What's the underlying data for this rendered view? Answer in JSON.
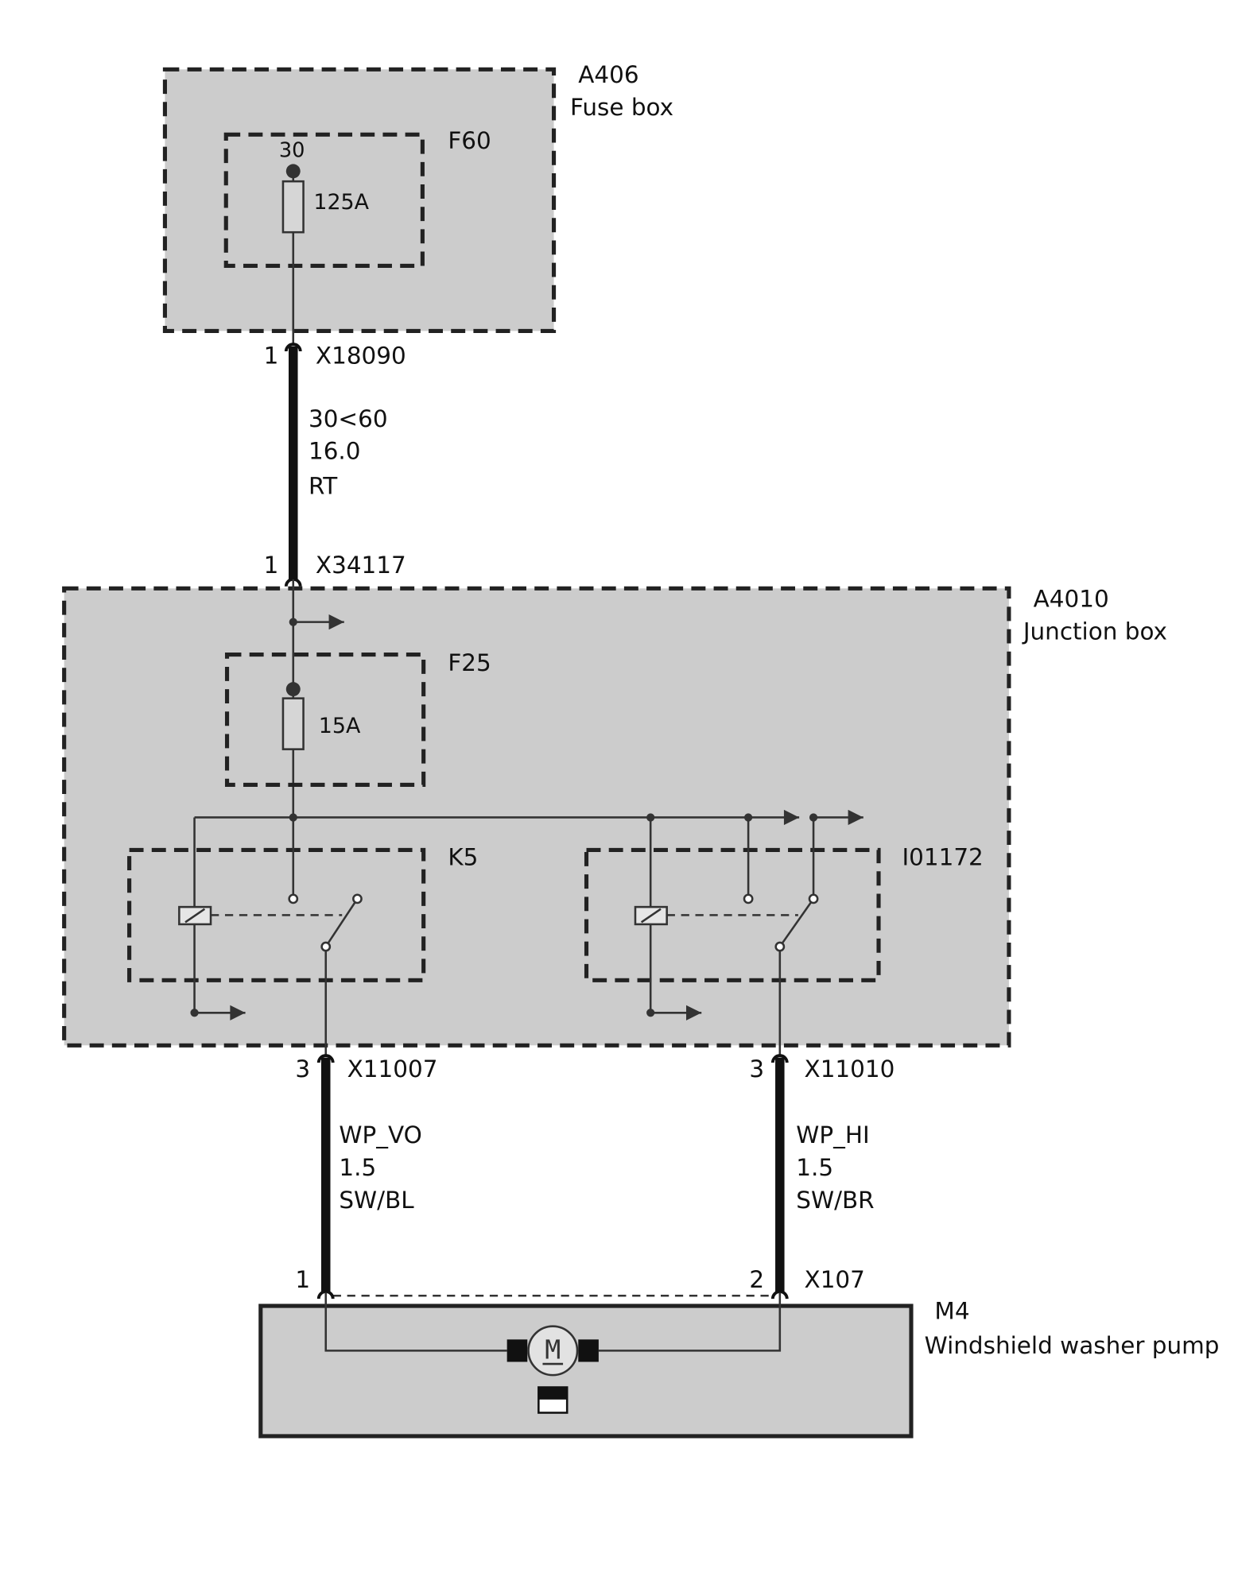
{
  "modules": {
    "fuse_box": {
      "id": "A406",
      "name": "Fuse box"
    },
    "junction_box": {
      "id": "A4010",
      "name": "Junction box"
    },
    "pump": {
      "id": "M4",
      "name": "Windshield washer pump",
      "motor_symbol": "M"
    }
  },
  "fuses": {
    "f60": {
      "id": "F60",
      "terminal": "30",
      "rating": "125A"
    },
    "f25": {
      "id": "F25",
      "rating": "15A"
    }
  },
  "relays": {
    "k5": {
      "id": "K5"
    },
    "i01172": {
      "id": "I01172"
    }
  },
  "connectors": {
    "x18090": {
      "id": "X18090",
      "pin": "1"
    },
    "x34117": {
      "id": "X34117",
      "pin": "1"
    },
    "x11007": {
      "id": "X11007",
      "pin": "3"
    },
    "x11010": {
      "id": "X11010",
      "pin": "3"
    },
    "x107": {
      "id": "X107",
      "pins": [
        "1",
        "2"
      ]
    }
  },
  "wires": {
    "supply": {
      "signal": "30<60",
      "cross_section": "16.0",
      "color": "RT"
    },
    "wp_vo": {
      "signal": "WP_VO",
      "cross_section": "1.5",
      "color": "SW/BL"
    },
    "wp_hi": {
      "signal": "WP_HI",
      "cross_section": "1.5",
      "color": "SW/BR"
    }
  },
  "colors": {
    "module_fill": "#cccccc",
    "border": "#222222",
    "line": "#333333",
    "heavy": "#111111",
    "text": "#111111"
  }
}
